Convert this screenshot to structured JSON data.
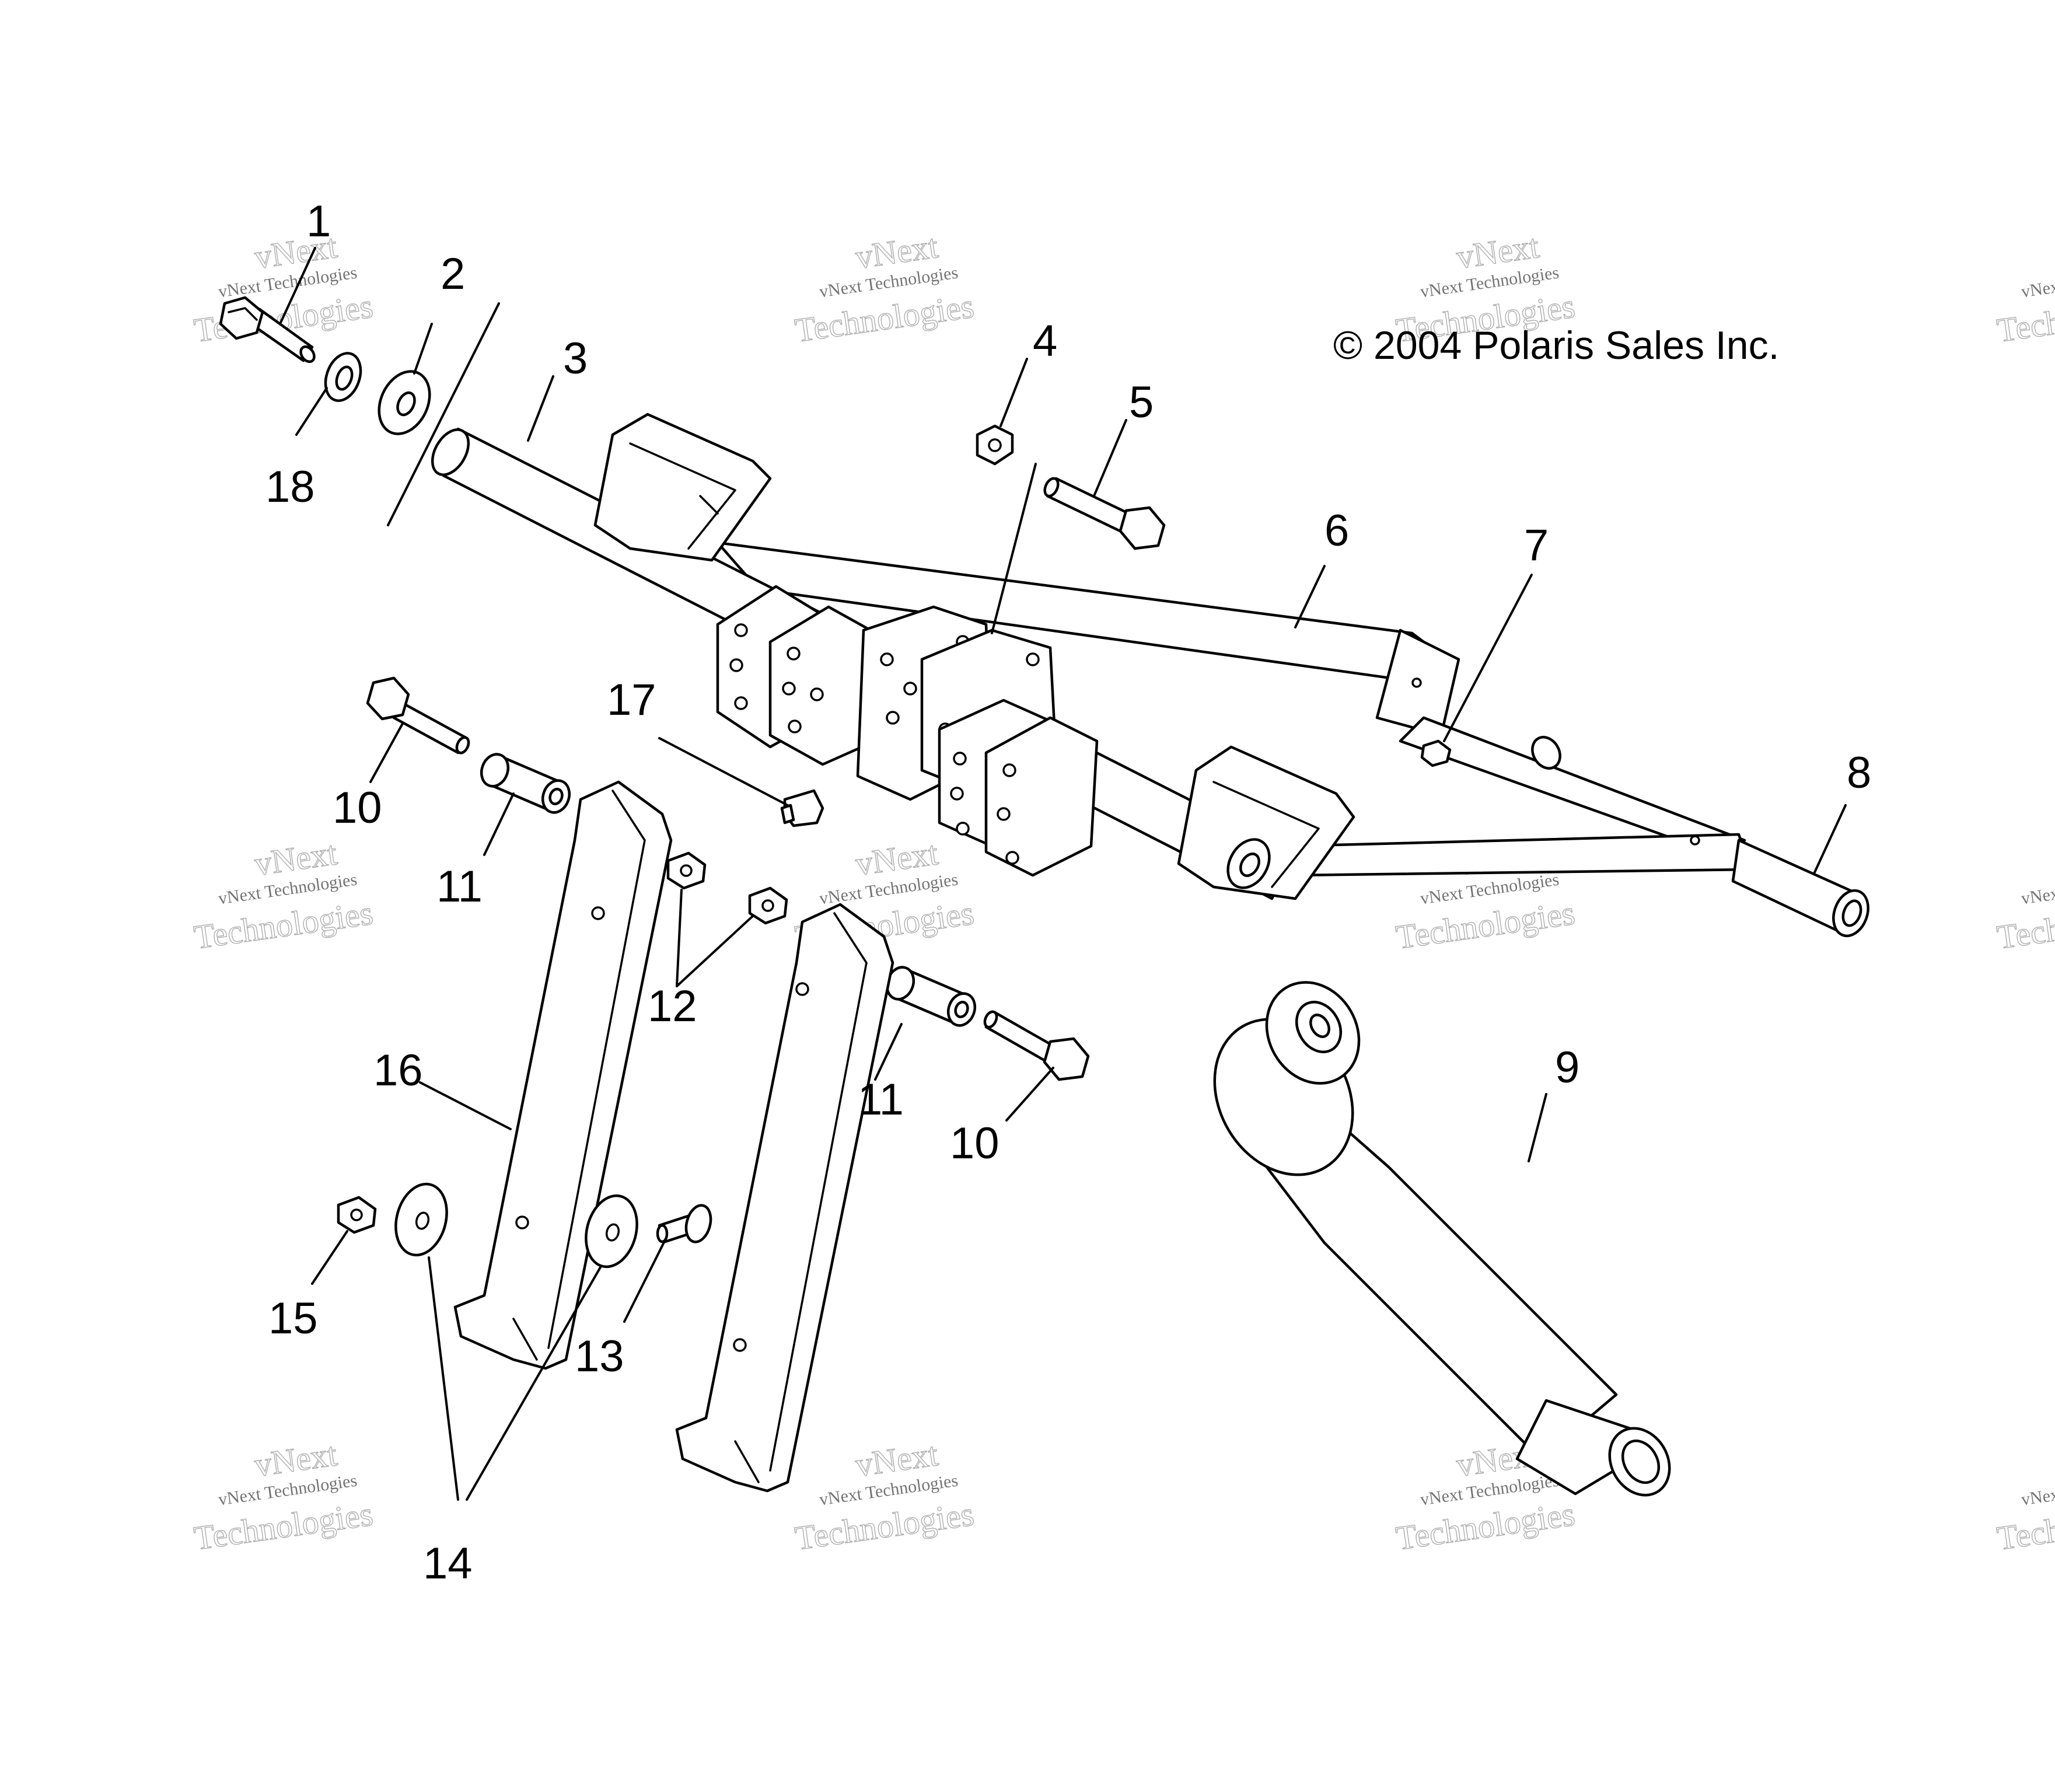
{
  "copyright": "© 2004 Polaris Sales Inc.",
  "watermark": {
    "line1": "vNext Technologies",
    "line2": "vNext",
    "line3": "Technologies"
  },
  "callouts": {
    "c1": "1",
    "c2": "2",
    "c3": "3",
    "c4": "4",
    "c5": "5",
    "c6": "6",
    "c7": "7",
    "c8": "8",
    "c9": "9",
    "c10a": "10",
    "c10b": "10",
    "c11a": "11",
    "c11b": "11",
    "c12": "12",
    "c13": "13",
    "c14": "14",
    "c15": "15",
    "c16": "16",
    "c17": "17",
    "c18": "18"
  },
  "colors": {
    "ink": "#000000",
    "paper": "#ffffff"
  }
}
